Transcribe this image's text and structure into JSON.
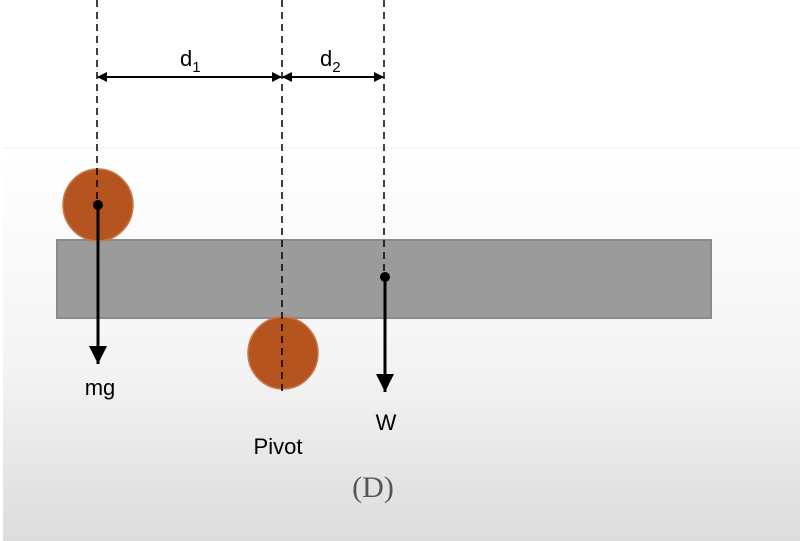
{
  "labels": {
    "d1": "d",
    "d1_sub": "1",
    "d2": "d",
    "d2_sub": "2",
    "mg": "mg",
    "pivot": "Pivot",
    "w": "W",
    "figure": "(D)"
  },
  "colors": {
    "bar": "#9b9b9b",
    "bar_edge": "#8a8a8a",
    "ball": "#b5541e",
    "line": "#000000"
  }
}
